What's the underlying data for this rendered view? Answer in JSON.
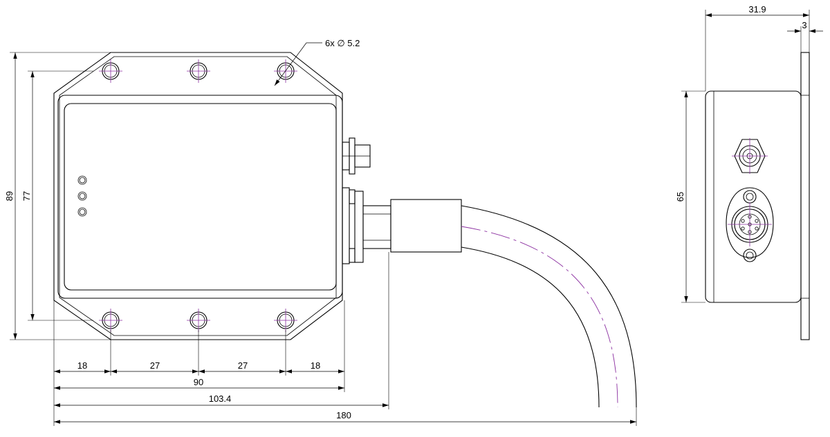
{
  "drawing": {
    "hole_callout": "6x ∅ 5.2",
    "dimensions": {
      "overall_height": "89",
      "hole_spacing_vertical": "77",
      "edge_to_hole_left": "18",
      "hole_pitch_1": "27",
      "hole_pitch_2": "27",
      "edge_to_hole_right": "18",
      "body_width": "90",
      "width_to_connector": "103.4",
      "overall_length": "180",
      "side_depth": "31.9",
      "flange_thickness": "3",
      "side_height": "65"
    },
    "colors": {
      "line": "#000000",
      "centerline": "#8b2fa0",
      "background": "#ffffff"
    }
  }
}
